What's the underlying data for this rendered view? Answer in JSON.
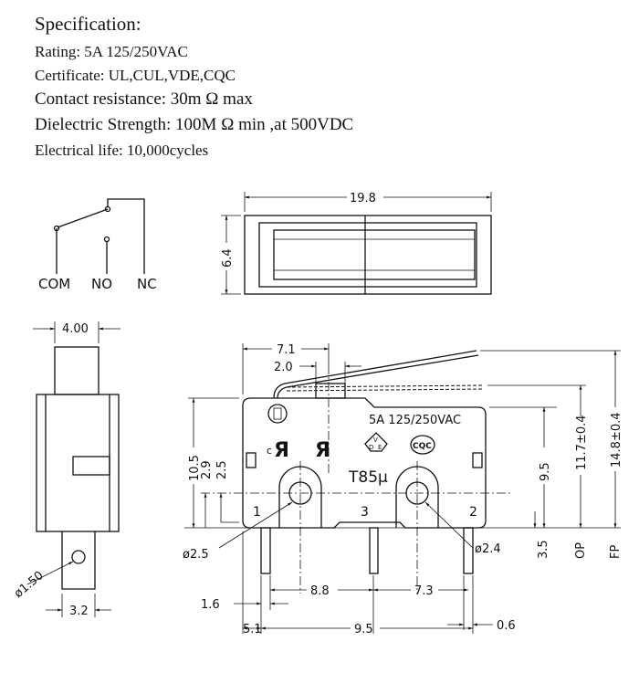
{
  "specification": {
    "title": "Specification:",
    "rating": "Rating: 5A 125/250VAC",
    "certificate": "Certificate: UL,CUL,VDE,CQC",
    "contact_resistance": "Contact resistance: 30m Ω  max",
    "dielectric_strength": "Dielectric Strength: 100M Ω  min ,at 500VDC",
    "electrical_life": "Electrical life: 10,000cycles"
  },
  "schematic": {
    "com": "COM",
    "no": "NO",
    "nc": "NC"
  },
  "top_view": {
    "width": "19.8",
    "height": "6.4"
  },
  "side_view": {
    "width": "4.00",
    "terminal_width": "3.2",
    "hole": "ø1.50"
  },
  "front_view": {
    "marking_rating": "5A  125/250VAC",
    "marking_model": "T85μ",
    "cert_c": "c",
    "cert_vde_v": "V",
    "cert_vde_d": "D",
    "cert_vde_e": "E",
    "cert_cqc": "CQC",
    "terminal_1": "1",
    "terminal_2": "2",
    "terminal_3": "3",
    "dim_7_1": "7.1",
    "dim_2_0": "2.0",
    "dim_10_5": "10.5",
    "dim_2_9": "2.9",
    "dim_2_5": "2.5",
    "dim_9_5_v": "9.5",
    "dim_11_7": "11.7±0.4",
    "dim_14_8": "14.8±0.4",
    "dim_3_5": "3.5",
    "op": "OP",
    "fp": "FP",
    "hole_left": "ø2.5",
    "hole_right": "ø2.4",
    "dim_1_6": "1.6",
    "dim_8_8": "8.8",
    "dim_7_3": "7.3",
    "dim_5_1": "5.1",
    "dim_9_5_h": "9.5",
    "dim_0_6": "0.6"
  }
}
